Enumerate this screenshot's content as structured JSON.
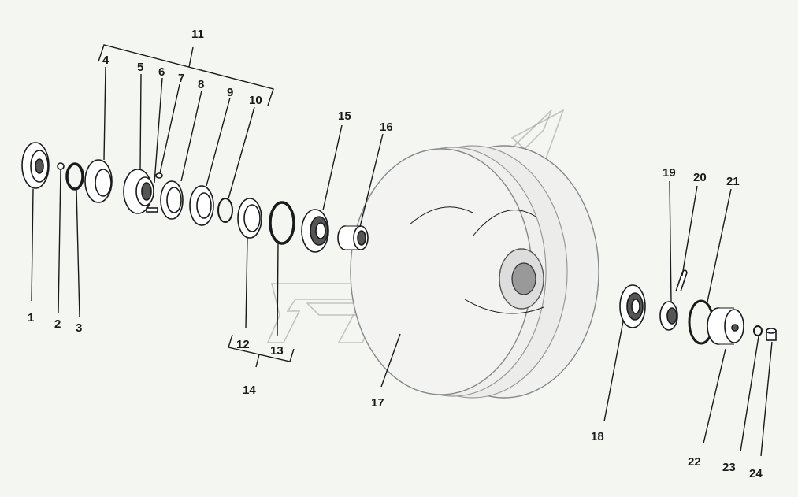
{
  "labels": {
    "p1": "1",
    "p2": "2",
    "p3": "3",
    "p4": "4",
    "p5": "5",
    "p6": "6",
    "p7": "7",
    "p8": "8",
    "p9": "9",
    "p10": "10",
    "p11": "11",
    "p12": "12",
    "p13": "13",
    "p14": "14",
    "p15": "15",
    "p16": "16",
    "p17": "17",
    "p18": "18",
    "p19": "19",
    "p20": "20",
    "p21": "21",
    "p22": "22",
    "p23": "23",
    "p24": "24"
  }
}
